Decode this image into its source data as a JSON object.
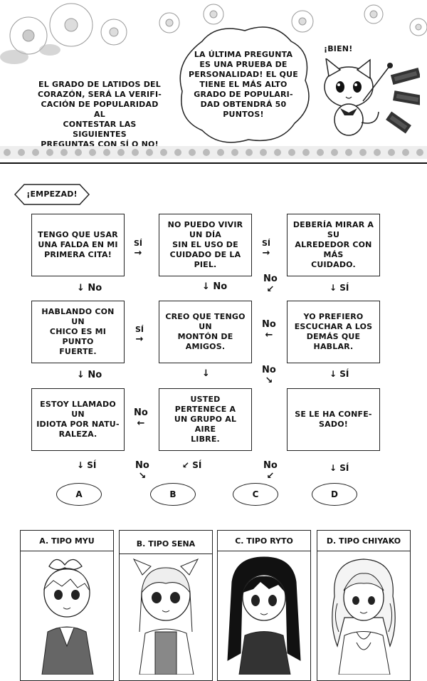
{
  "header": {
    "intro_lines": [
      "EL GRADO DE LATIDOS DEL",
      "CORAZÓN, SERÁ LA VERIFI-",
      "CACIÓN DE POPULARIDAD AL",
      "CONTESTAR LAS SIGUIENTES",
      "PREGUNTAS CON SÍ O NO!"
    ],
    "cloud_lines": [
      "LA ÚLTIMA PREGUNTA",
      "ES UNA PRUEBA DE",
      "PERSONALIDAD! EL QUE",
      "TIENE EL MÁS ALTO",
      "GRADO DE POPULARI-",
      "DAD OBTENDRÁ 50",
      "PUNTOS!"
    ],
    "mascot_speech": "¡BIEN!"
  },
  "start_label": "¡EMPEZAD!",
  "questions": {
    "q1": [
      "TENGO QUE USAR",
      "UNA FALDA EN MI",
      "PRIMERA CITA!"
    ],
    "q2": [
      "NO PUEDO VIVIR UN DÍA",
      "SIN EL USO DE",
      "CUIDADO DE LA PIEL."
    ],
    "q3": [
      "DEBERÍA MIRAR A SU",
      "ALREDEDOR CON MÁS",
      "CUIDADO."
    ],
    "q4": [
      "HABLANDO CON UN",
      "CHICO ES MI PUNTO",
      "FUERTE."
    ],
    "q5": [
      "CREO QUE TENGO UN",
      "MONTÓN DE AMIGOS."
    ],
    "q6": [
      "YO PREFIERO",
      "ESCUCHAR A LOS",
      "DEMÁS QUE HABLAR."
    ],
    "q7": [
      "ESTOY LLAMADO UN",
      "IDIOTA POR NATU-",
      "RALEZA."
    ],
    "q8": [
      "USTED PERTENECE A",
      "UN GRUPO AL AIRE",
      "LIBRE."
    ],
    "q9": [
      "SE LE HA CONFE-",
      "SADO!"
    ]
  },
  "arrows": {
    "q1_q2": "SÍ",
    "q2_q3": "SÍ",
    "q1_down": "↓ No",
    "q2_down": "↓ No",
    "q3_down": "↓ SÍ",
    "q3_q5_no": "No",
    "q4_q5": "SÍ",
    "q6_q5": "No",
    "q4_down": "↓ No",
    "q6_down": "↓ SÍ",
    "q5_q9_no": "No",
    "q8_q7": "No",
    "q7_down": "↓ SÍ",
    "q8_no": "No",
    "q8_si": "SÍ",
    "q9_no": "No",
    "q9_down": "↓ SÍ"
  },
  "results": [
    "A",
    "B",
    "C",
    "D"
  ],
  "types": [
    "A. TIPO MYU",
    "B. TIPO SENA",
    "C. TIPO RYTO",
    "D. TIPO CHIYAKO"
  ]
}
